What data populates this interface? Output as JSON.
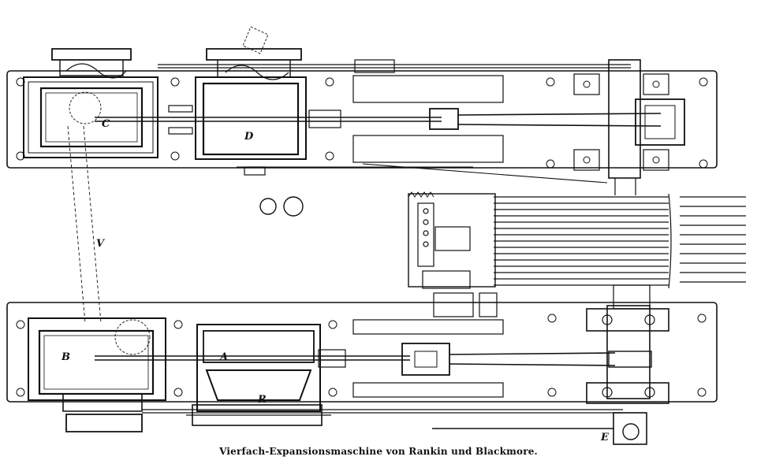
{
  "caption": "Vierfach-Expansionsmaschine von Rankin und Blackmore.",
  "labels": {
    "c": "C",
    "d": "D",
    "v": "V",
    "b": "B",
    "a": "A",
    "r": "R",
    "e": "E"
  },
  "colors": {
    "ink": "#111111",
    "paper": "#ffffff"
  }
}
